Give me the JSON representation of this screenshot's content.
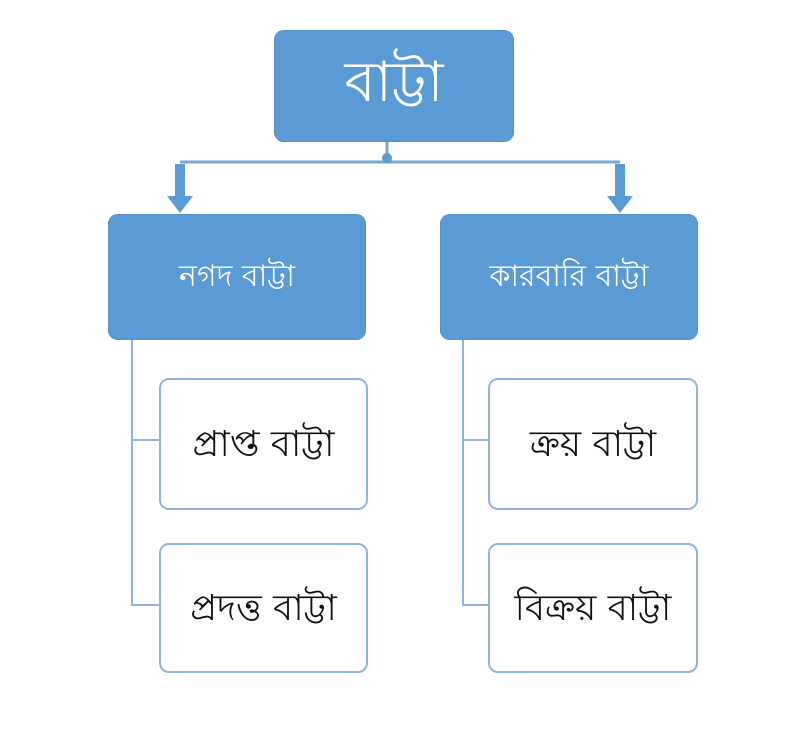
{
  "diagram": {
    "root": {
      "label": "বাট্টা"
    },
    "branches": [
      {
        "label": "নগদ বাট্টা",
        "children": [
          "প্রাপ্ত বাট্টা",
          "প্রদত্ত বাট্টা"
        ]
      },
      {
        "label": "কারবারি বাট্টা",
        "children": [
          "ক্রয় বাট্টা",
          "বিক্রয় বাট্টা"
        ]
      }
    ],
    "colors": {
      "node_fill": "#5b9bd5",
      "leaf_border": "#8fb5de",
      "connector": "#7aa7d6"
    }
  }
}
